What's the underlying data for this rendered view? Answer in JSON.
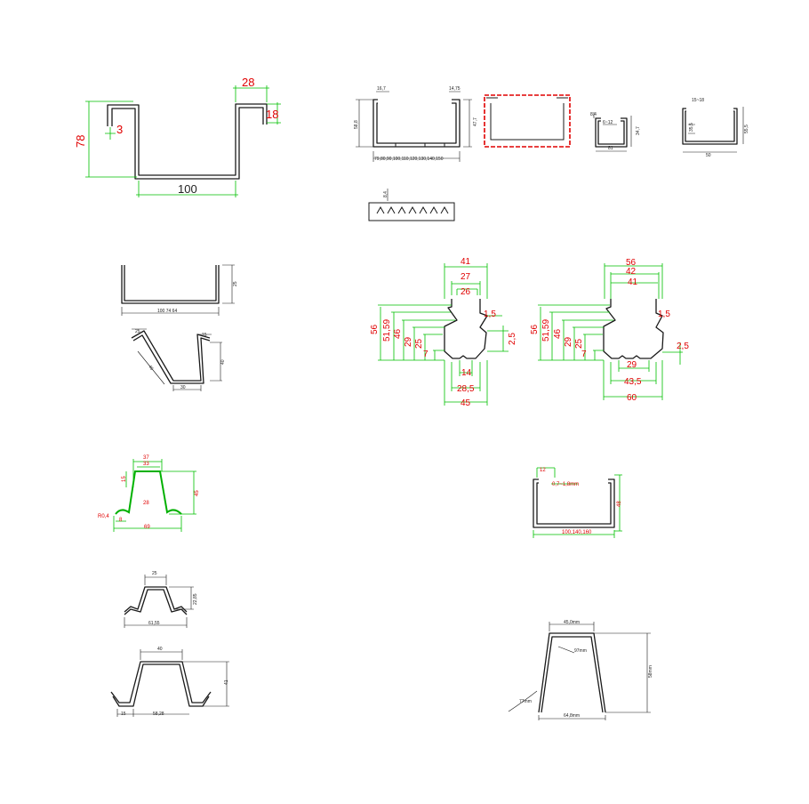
{
  "fig1": {
    "d78": "78",
    "d3": "3",
    "d28": "28",
    "d18": "18",
    "d100": "100"
  },
  "fig2": {
    "d16": "16,7",
    "d14": "14,75",
    "d58": "58,8",
    "d47": "47,7",
    "bottom": "79,80,90,100,110,120,130,140,150"
  },
  "fig4": {
    "d84": "8,4",
    "d12": "6~12",
    "d347": "34,7",
    "d81": "81"
  },
  "fig5": {
    "top": "15~18",
    "d35": "35,5",
    "d55": "55,5",
    "bottom": "50"
  },
  "fig6": {
    "label": "8,4"
  },
  "fig7": {
    "bottom": "100 74 64",
    "side": "25"
  },
  "fig8": {
    "d25": "25",
    "d15": "15",
    "d40": "40",
    "d30": "30",
    "diag": "45"
  },
  "fig9": {
    "d41": "41",
    "d27": "27",
    "d26": "26",
    "d15": "1,5",
    "d56": "56",
    "d5159": "51,59",
    "d46": "46",
    "d29": "29",
    "d25": "25",
    "d7": "7",
    "d14": "14",
    "d285": "28,5",
    "d45": "45",
    "d25r": "2,5"
  },
  "fig10": {
    "d56": "56",
    "d42": "42",
    "d41": "41",
    "d15": "1,5",
    "d56l": "56",
    "d5159": "51,59",
    "d46": "46",
    "d29": "29",
    "d25": "25",
    "d7": "7",
    "d29b": "29",
    "d435": "43,5",
    "d60": "60",
    "d25r": "2,5"
  },
  "fig11": {
    "d37": "37",
    "d33": "33",
    "d15": "15",
    "d45": "45",
    "d28": "28",
    "r": "R0,4",
    "d8": "8",
    "d69": "69"
  },
  "fig12": {
    "top": "25",
    "side": "22,85",
    "bottom": "61,55"
  },
  "fig13": {
    "top": "40",
    "side": "41",
    "left": "15",
    "bottom": "58,28"
  },
  "fig14": {
    "d12": "12",
    "d068": "0,7~1,8mm",
    "d48": "48",
    "bottom": "100,140,160"
  },
  "fig15": {
    "top": "45,0mm",
    "angle1": "77mm",
    "angle2": "97mm",
    "side": "58mm",
    "bottom": "64,8mm"
  }
}
